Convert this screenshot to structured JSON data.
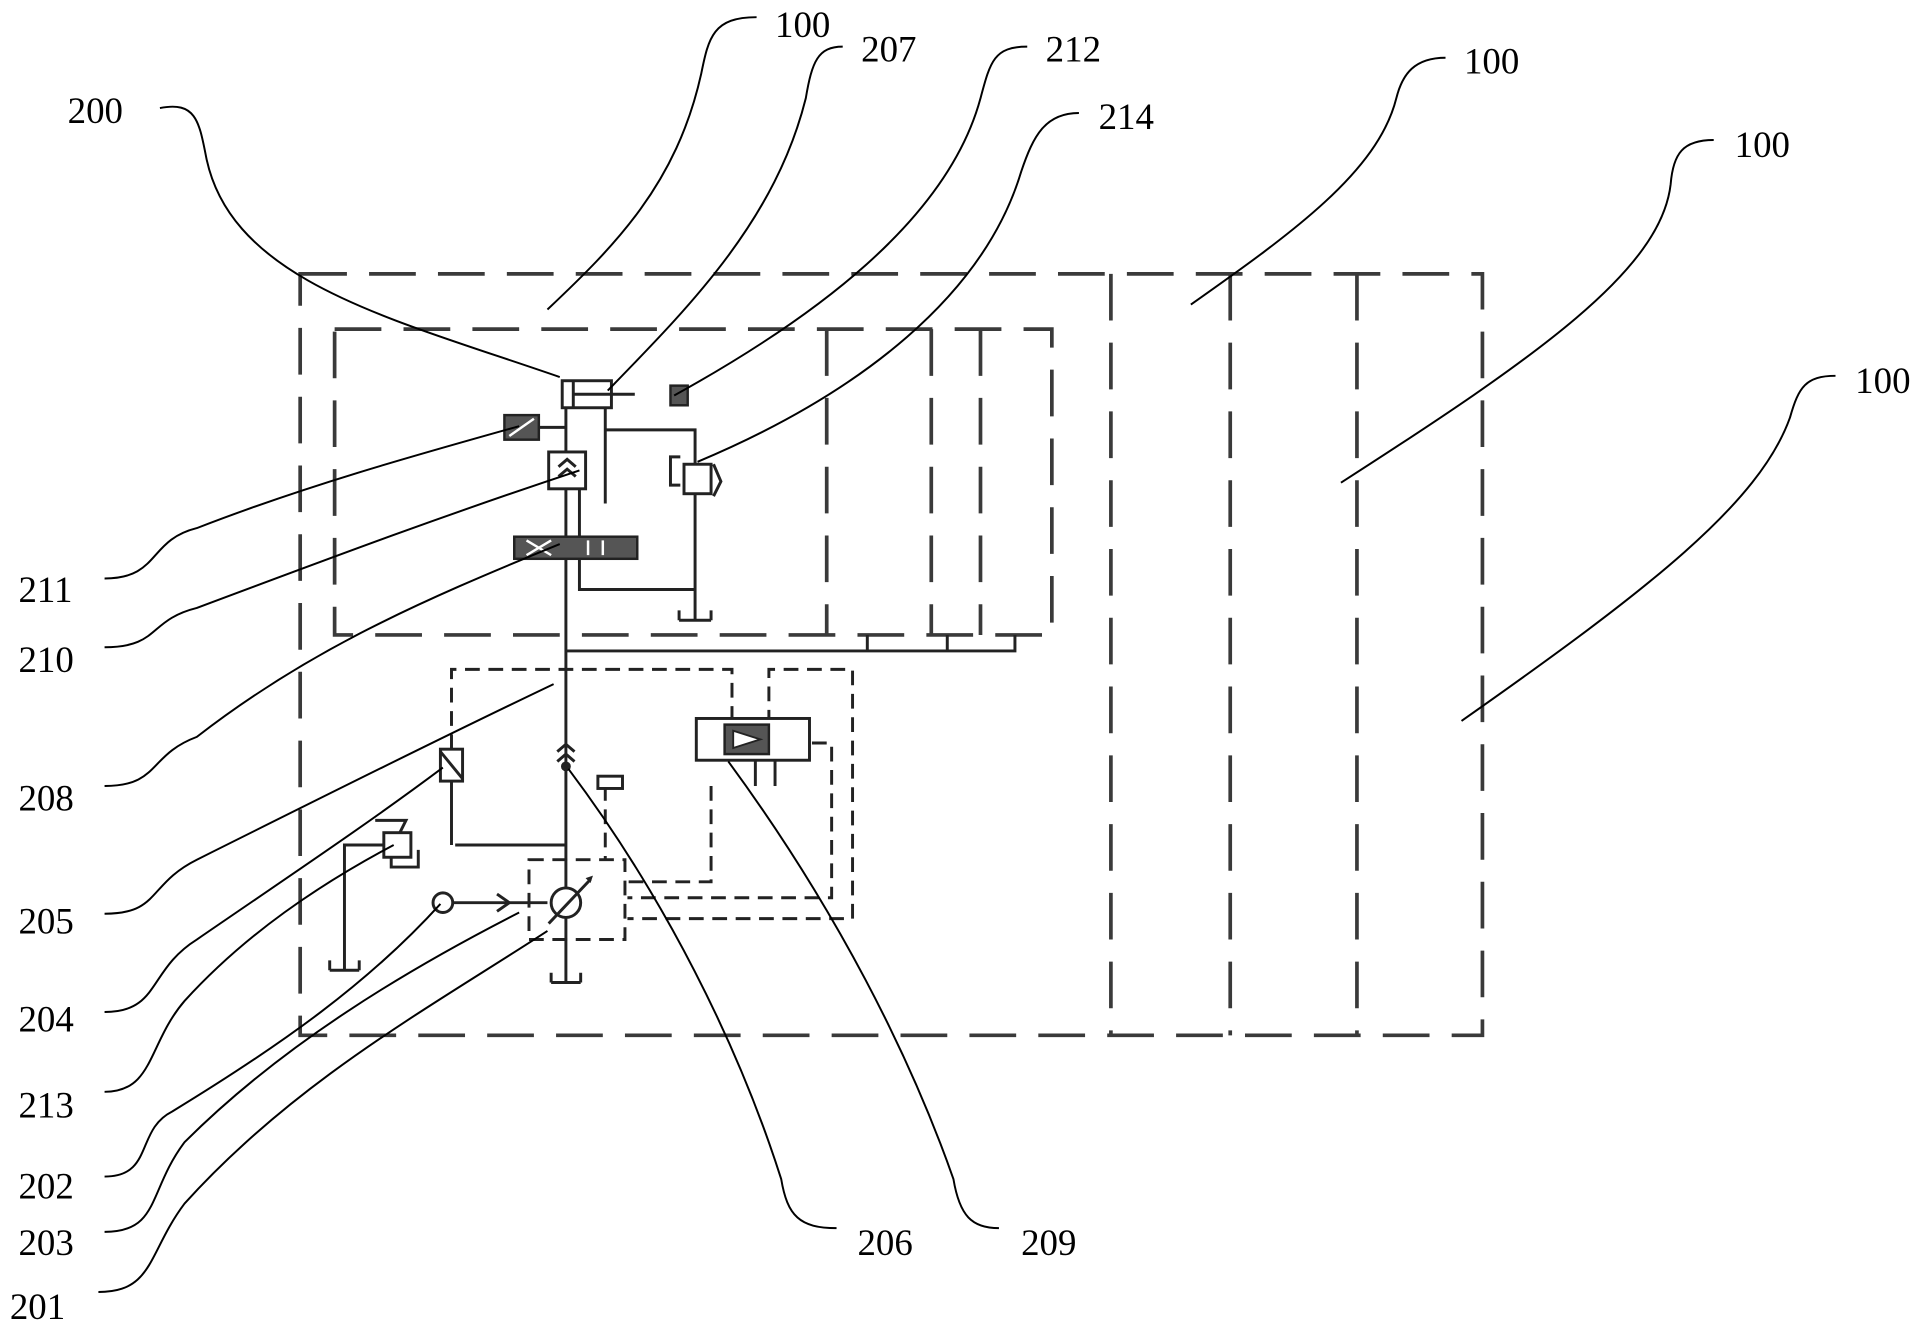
{
  "figure": {
    "description": "Hydraulic system schematic with reference numerals",
    "reference_labels": [
      {
        "id": "label-200",
        "text": "200"
      },
      {
        "id": "label-100-a",
        "text": "100"
      },
      {
        "id": "label-207",
        "text": "207"
      },
      {
        "id": "label-212",
        "text": "212"
      },
      {
        "id": "label-214",
        "text": "214"
      },
      {
        "id": "label-100-b",
        "text": "100"
      },
      {
        "id": "label-100-c",
        "text": "100"
      },
      {
        "id": "label-100-d",
        "text": "100"
      },
      {
        "id": "label-211",
        "text": "211"
      },
      {
        "id": "label-210",
        "text": "210"
      },
      {
        "id": "label-208",
        "text": "208"
      },
      {
        "id": "label-205",
        "text": "205"
      },
      {
        "id": "label-204",
        "text": "204"
      },
      {
        "id": "label-213",
        "text": "213"
      },
      {
        "id": "label-202",
        "text": "202"
      },
      {
        "id": "label-203",
        "text": "203"
      },
      {
        "id": "label-201",
        "text": "201"
      },
      {
        "id": "label-206",
        "text": "206"
      },
      {
        "id": "label-209",
        "text": "209"
      }
    ]
  }
}
